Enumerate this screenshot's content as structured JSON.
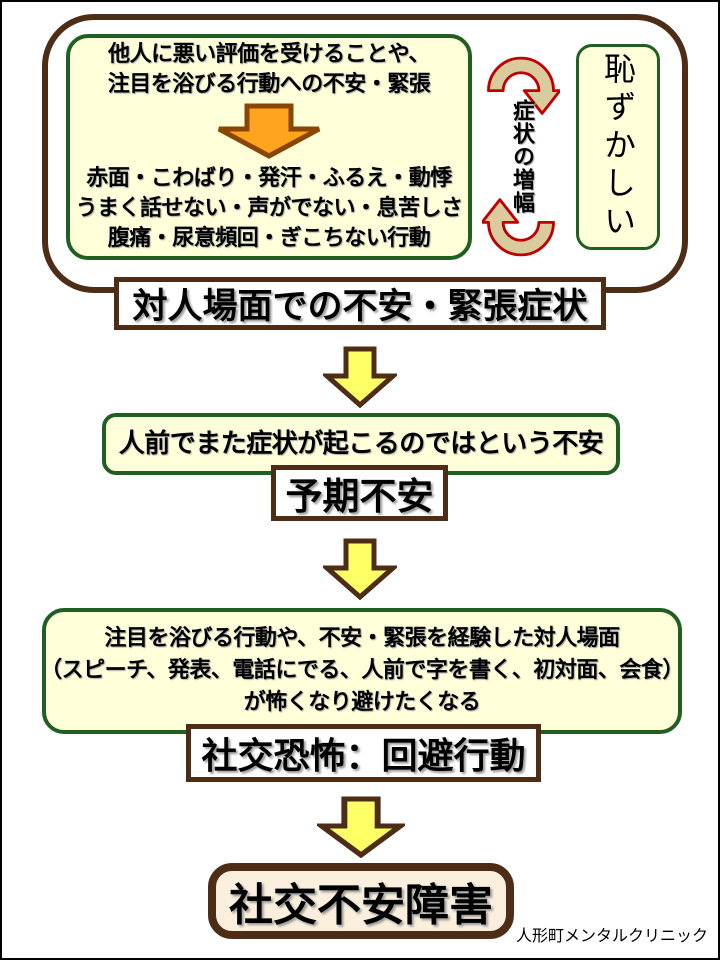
{
  "colors": {
    "frame_brown": "#4E2D17",
    "box_border_green": "#215E21",
    "box_fill_cream": "#FFFFD9",
    "arrow_yellow_fill": "#FFFF66",
    "arrow_orange_fill": "#FFA41C",
    "arrow_orange_outline": "#8A4500",
    "cycle_arrow_red": "#C00000",
    "cycle_arrow_tan": "#D9CB9E",
    "result_box_fill": "#FAEEDC",
    "text_black": "#000000"
  },
  "top": {
    "trigger_box": {
      "line1": "他人に悪い評価を受けることや、",
      "line2": "注目を浴びる行動への不安・緊張",
      "symptom_line1": "赤面・こわばり・発汗・ふるえ・動悸",
      "symptom_line2": "うまく話せない・声がでない・息苦しさ",
      "symptom_line3": "腹痛・尿意頻回・ぎこちない行動"
    },
    "cycle_label": "症状の増幅",
    "shame_label": "恥ずかしい",
    "caption": "対人場面での不安・緊張症状"
  },
  "anticipatory": {
    "box_text": "人前でまた症状が起こるのではという不安",
    "caption": "予期不安"
  },
  "avoidance": {
    "line1": "注目を浴びる行動や、不安・緊張を経験した対人場面",
    "line2": "（スピーチ、発表、電話にでる、人前で字を書く、初対面、会食）",
    "line3": "が怖くなり避けたくなる",
    "caption": "社交恐怖：回避行動"
  },
  "result": {
    "label": "社交不安障害"
  },
  "credit": "人形町メンタルクリニック"
}
